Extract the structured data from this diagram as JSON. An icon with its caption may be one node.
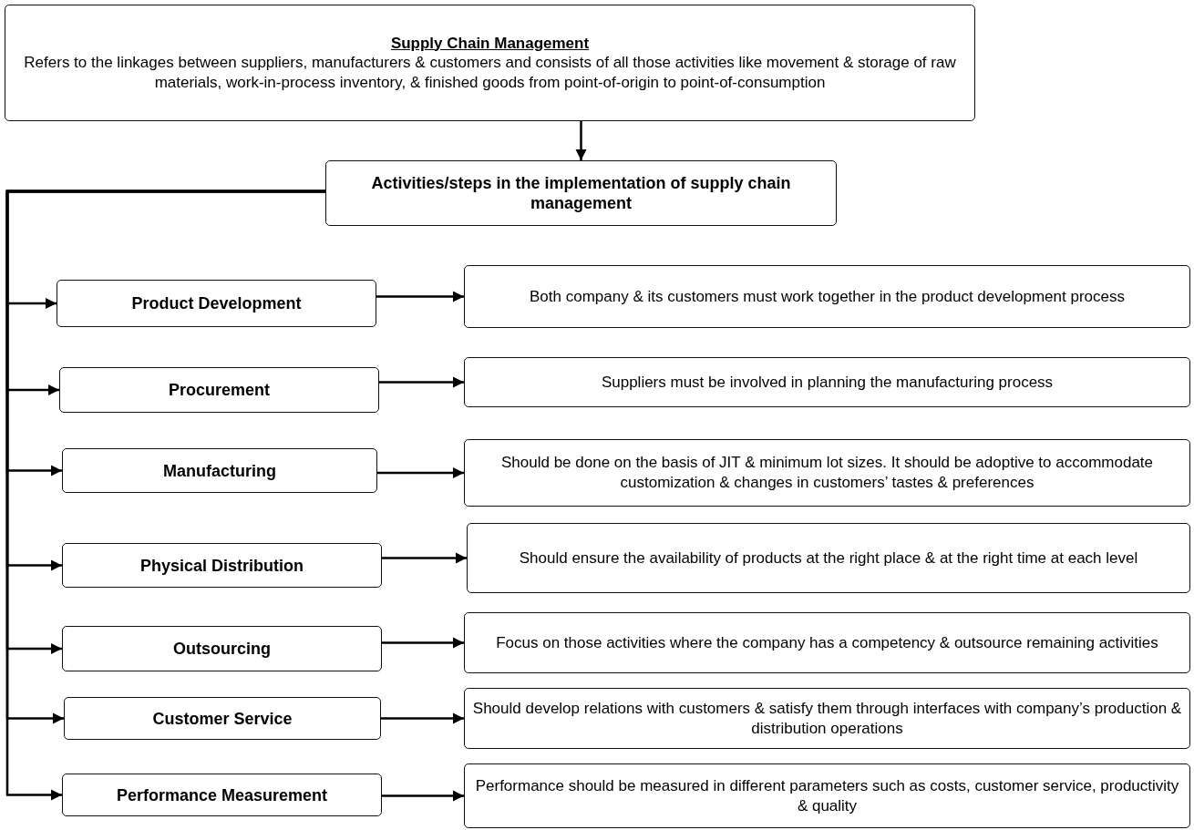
{
  "diagram": {
    "nodes": [
      {
        "text": [
          "Supply Chain Management",
          "Refers to the linkages between suppliers, manufacturers & customers and consists of all those activities like movement & storage of raw materials, work-in-process inventory, & finished goods from point-of-origin to point-of-consumption"
        ]
      },
      {
        "text": [
          "Activities/steps in the implementation of supply chain management"
        ]
      },
      {
        "text": [
          "Product Development"
        ]
      },
      {
        "text": [
          "Both company & its customers must work together in the product development process"
        ]
      },
      {
        "text": [
          "Procurement"
        ]
      },
      {
        "text": [
          "Suppliers must be involved in planning the manufacturing process"
        ]
      },
      {
        "text": [
          "Manufacturing"
        ]
      },
      {
        "text": [
          "Should be done on the basis of JIT & minimum lot sizes. It should be adoptive to accommodate customization & changes in customers’ tastes & preferences"
        ]
      },
      {
        "text": [
          "Physical Distribution"
        ]
      },
      {
        "text": [
          "Should ensure the availability of products at the right place & at the right time at each level"
        ]
      },
      {
        "text": [
          "Outsourcing"
        ]
      },
      {
        "text": [
          "Focus on those activities where the company has a competency & outsource remaining activities"
        ]
      },
      {
        "text": [
          "Customer Service"
        ]
      },
      {
        "text": [
          "Should develop relations with customers & satisfy them through interfaces with company’s production & distribution operations"
        ]
      },
      {
        "text": [
          "Performance Measurement"
        ]
      },
      {
        "text": [
          "Performance should be measured in different parameters such as costs, customer service, productivity & quality"
        ]
      }
    ],
    "edges": [
      {
        "from": 0,
        "to": 1,
        "arrow": "to"
      },
      {
        "from": 1,
        "to": 2,
        "arrow": "to"
      },
      {
        "from": 1,
        "to": 4,
        "arrow": "to"
      },
      {
        "from": 1,
        "to": 6,
        "arrow": "to"
      },
      {
        "from": 1,
        "to": 8,
        "arrow": "to"
      },
      {
        "from": 1,
        "to": 10,
        "arrow": "to"
      },
      {
        "from": 1,
        "to": 12,
        "arrow": "to"
      },
      {
        "from": 1,
        "to": 14,
        "arrow": "to"
      },
      {
        "from": 2,
        "to": 3,
        "arrow": "to"
      },
      {
        "from": 4,
        "to": 5,
        "arrow": "to"
      },
      {
        "from": 6,
        "to": 7,
        "arrow": "to"
      },
      {
        "from": 8,
        "to": 9,
        "arrow": "to"
      },
      {
        "from": 10,
        "to": 11,
        "arrow": "to"
      },
      {
        "from": 12,
        "to": 13,
        "arrow": "to"
      },
      {
        "from": 14,
        "to": 15,
        "arrow": "to"
      }
    ]
  }
}
